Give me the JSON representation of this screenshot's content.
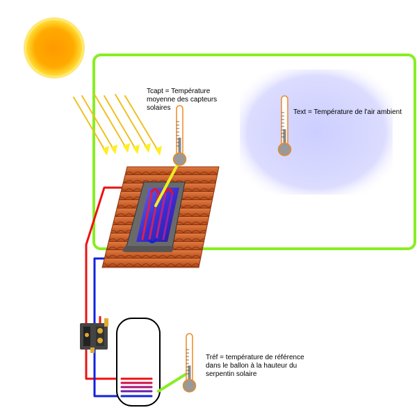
{
  "labels": {
    "tcapt": "Tcapt = Température\nmoyenne des capteurs\nsolaires",
    "text": "Text = Température de l'air ambient",
    "tref": "Tréf = température de référence\ndans le ballon à la hauteur du\nserpentin solaire"
  },
  "colors": {
    "building_outline": "#88ee22",
    "ambient_zone": "#d6d8ff",
    "hot_pipe": "#ee1111",
    "cold_pipe": "#1122dd",
    "sensor_wire_collector": "#eeee22",
    "sensor_wire_tank": "#88ee22",
    "roof_tile": "#d2622a",
    "sun_core": "#ffaa00",
    "sun_glow": "#ffdd33",
    "thermometer": "#ee8822"
  },
  "icons": {
    "sun": "sun-icon",
    "rays": "sun-rays-icon",
    "roof": "roof-tiles-icon",
    "collector": "solar-collector-icon",
    "tank": "storage-tank-icon",
    "pump": "pump-station-icon",
    "thermometer": "thermometer-icon"
  }
}
